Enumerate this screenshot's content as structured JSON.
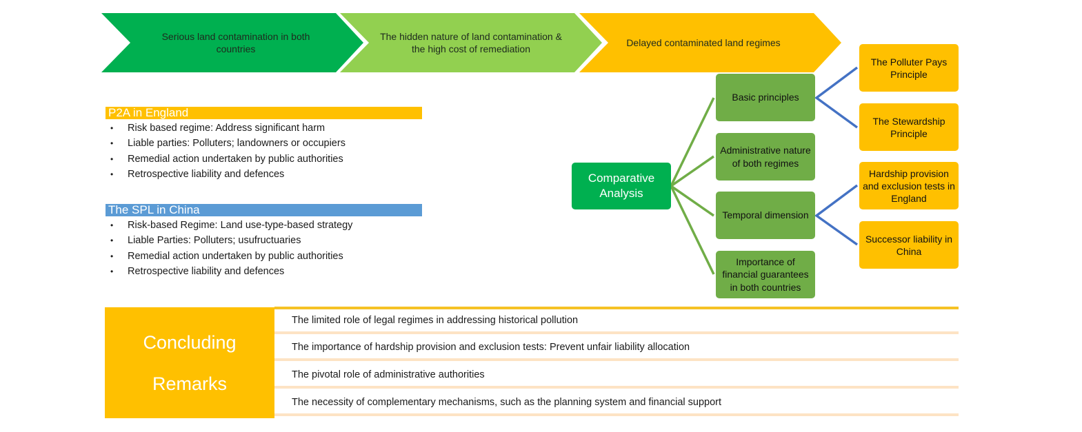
{
  "flow": [
    {
      "label": "Serious land contamination in both countries",
      "color": "#00b050"
    },
    {
      "label": "The hidden nature of land contamination & the high cost of remediation",
      "color": "#92d050"
    },
    {
      "label": "Delayed contaminated land regimes",
      "color": "#ffc000"
    }
  ],
  "regimes": {
    "england": {
      "title": "P2A in England",
      "color": "#ffc000",
      "bullet": "•",
      "items": [
        "Risk based regime: Address significant harm",
        "Liable parties: Polluters; landowners or occupiers",
        "Remedial action undertaken by public authorities",
        "Retrospective liability and defences"
      ]
    },
    "china": {
      "title": "The SPL in China",
      "color": "#5b9bd5",
      "bullet": "•",
      "items": [
        "Risk-based Regime: Land use-type-based strategy",
        "Liable Parties: Polluters; usufructuaries",
        "Remedial action undertaken by public authorities",
        "Retrospective liability and defences"
      ]
    }
  },
  "comparative": {
    "center": "Comparative Analysis",
    "aspects": [
      "Basic principles",
      "Administrative nature of both regimes",
      "Temporal dimension",
      "Importance of financial guarantees in both countries"
    ],
    "details": [
      {
        "parent": "Basic principles",
        "label": "The Polluter Pays Principle"
      },
      {
        "parent": "Basic principles",
        "label": "The Stewardship Principle"
      },
      {
        "parent": "Temporal dimension",
        "label": "Hardship provision and exclusion tests in England"
      },
      {
        "parent": "Temporal dimension",
        "label": "Successor liability in China"
      }
    ],
    "colors": {
      "center": "#00b050",
      "aspect": "#70ad47",
      "detail": "#ffc000",
      "aspect_line": "#70ad47",
      "detail_line": "#4472c4"
    }
  },
  "concluding": {
    "title_line1": "Concluding",
    "title_line2": "Remarks",
    "remarks": [
      "The limited role of legal regimes in addressing historical pollution",
      "The importance of hardship provision and exclusion tests: Prevent unfair liability allocation",
      "The pivotal role of administrative authorities",
      "The necessity of complementary mechanisms, such as the planning system and financial support"
    ]
  }
}
